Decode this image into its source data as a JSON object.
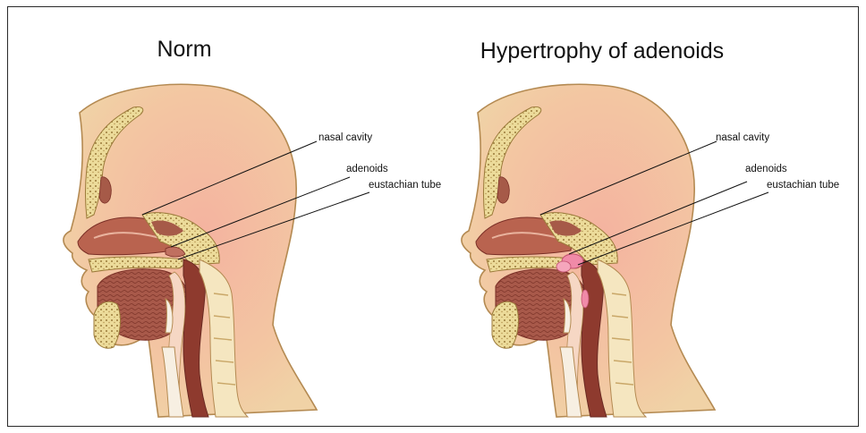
{
  "panels": [
    {
      "title": "Norm",
      "labels": {
        "nasal_cavity": "nasal cavity",
        "adenoids": "adenoids",
        "eustachian_tube": "eustachian tube"
      },
      "adenoids_enlarged": false
    },
    {
      "title": "Hypertrophy of adenoids",
      "labels": {
        "nasal_cavity": "nasal cavity",
        "adenoids": "adenoids",
        "eustachian_tube": "eustachian tube"
      },
      "adenoids_enlarged": true
    }
  ],
  "colors": {
    "skin": "#f2cfa3",
    "skin_outline": "#b48a52",
    "brain_tint": "#f3b6a0",
    "bone": "#ecdb9a",
    "bone_dots": "#9b7a3a",
    "tissue": "#a65a48",
    "tissue_dark": "#7a2f26",
    "airway": "#f6d7c4",
    "adenoid_pink": "#f08aa8"
  }
}
